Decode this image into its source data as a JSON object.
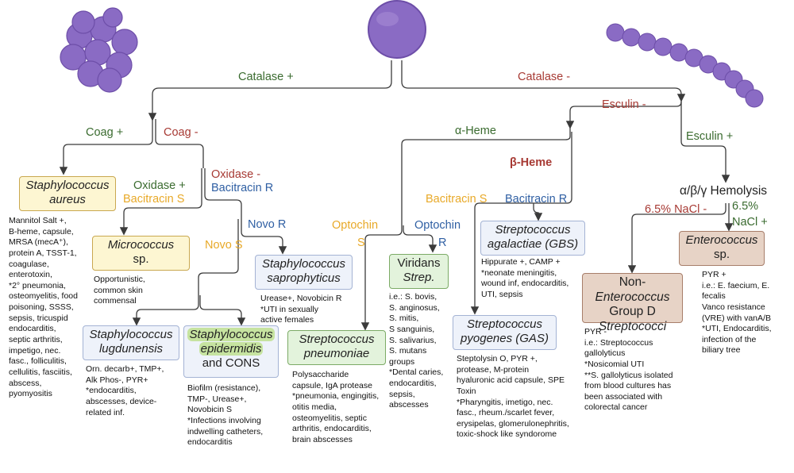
{
  "branches": {
    "catalase_pos": "Catalase +",
    "catalase_neg": "Catalase -",
    "coag_pos": "Coag +",
    "coag_neg": "Coag -",
    "oxidase_pos": "Oxidase +",
    "bacitracin_s_1": "Bacitracin S",
    "oxidase_neg": "Oxidase -",
    "bacitracin_r_1": "Bacitracin R",
    "novo_r": "Novo R",
    "novo_s": "Novo S",
    "esculin_neg": "Esculin -",
    "esculin_pos": "Esculin +",
    "alpha_heme": "α-Heme",
    "beta_heme": "β-Heme",
    "bacitracin_s_2": "Bacitracin S",
    "bacitracin_r_2": "Bacitracin R",
    "optochin_s_a": "Optochin",
    "optochin_s_b": "S",
    "optochin_r_a": "Optochin",
    "optochin_r_b": "R",
    "hemolysis": "α/β/γ Hemolysis",
    "nacl_neg": "6.5% NaCl -",
    "nacl_pos_a": "6.5%",
    "nacl_pos_b": "NaCl +"
  },
  "organisms": {
    "s_aureus_1": "Staphylococcus",
    "s_aureus_2": "aureus",
    "micrococcus_1": "Micrococcus",
    "micrococcus_2": "sp.",
    "s_sapro_1": "Staphylococcus",
    "s_sapro_2": "saprophyticus",
    "s_lug_1": "Staphylococcus",
    "s_lug_2": "lugdunensis",
    "s_epi_1": "Staphylococcus",
    "s_epi_2": "epidermidis",
    "s_epi_3": "and CONS",
    "viridans_1": "Viridans",
    "viridans_2": "Strep.",
    "s_pneu_1": "Streptococcus",
    "s_pneu_2": "pneumoniae",
    "gbs_1": "Streptococcus",
    "gbs_2": "agalactiae (GBS)",
    "gas_1": "Streptococcus",
    "gas_2": "pyogenes (GAS)",
    "non_ent_1a": "Non-",
    "non_ent_1b": "Enterococcus",
    "non_ent_2": "Group D",
    "non_ent_3": "Streptococci",
    "entero_1": "Enterococcus",
    "entero_2": "sp."
  },
  "notes": {
    "s_aureus": "Mannitol Salt +,\nB-heme, capsule,\nMRSA (mecA⁺),\nprotein A, TSST-1,\ncoagulase,\nenterotoxin,\n*2° pneumonia,\nosteomyelitis, food\npoisoning, SSSS,\nsepsis, tricuspid\nendocarditis,\nseptic arthritis,\nimpetigo, nec.\nfasc., folliculitis,\ncellulitis, fasciitis,\nabscess,\npyomyositis",
    "micrococcus": "Opportunistic,\ncommon skin\ncommensal",
    "s_sapro": "Urease+, Novobicin R\n*UTI in sexually\nactive females",
    "s_lug": "Orn. decarb+, TMP+,\nAlk Phos-, PYR+\n*endocarditis,\nabscesses, device-\nrelated inf.",
    "s_epi": "Biofilm (resistance),\nTMP-, Urease+,\nNovobicin S\n*Infections involving\nindwelling catheters,\nendocarditis",
    "s_pneu": "Polysaccharide\ncapsule, IgA protease\n*pneumonia, engingitis,\notitis media,\nosteomyelitis, septic\narthritis, endocarditis,\nbrain abscesses",
    "viridans": "i.e.: S. bovis,\nS. anginosus,\nS. mitis,\nS sanguinis,\nS. salivarius,\nS. mutans\ngroups\n*Dental caries,\nendocarditis,\nsepsis,\nabscesses",
    "gbs": "Hippurate +, CAMP +\n*neonate meningitis,\nwound inf, endocarditis,\nUTI, sepsis",
    "gas": "Steptolysin O, PYR +,\nprotease, M-protein\nhyaluronic acid capsule, SPE\nToxin\n*Pharyngitis, imetigo, nec.\nfasc., rheum./scarlet fever,\nerysipelas, glomerulonephritis,\ntoxic-shock like syndorome",
    "non_ent": "PYR -\ni.e.: Streptococcus\ngallolyticus\n*Nosicomial UTI\n**S. gallolyticus isolated\nfrom blood cultures has\nbeen associated with\ncolorectal cancer",
    "entero": "PYR +\ni.e.: E. faecium, E.\nfecalis\nVanco resistance\n(VRE) with vanA/B\n*UTI, Endocarditis,\ninfection of the\nbiliary tree"
  },
  "colors": {
    "line": "#3b3b3b",
    "cocci": "#8a6bc4",
    "cocci_dark": "#6d4ea8",
    "catalase_pos": "#3a6b2f",
    "catalase_neg": "#a73a34",
    "bacitracin_s": "#e8a928",
    "bacitracin_r": "#2f5fa3"
  },
  "icons": [
    "staphylococcus-cluster-icon",
    "coccus-icon",
    "streptococcus-chain-icon"
  ]
}
